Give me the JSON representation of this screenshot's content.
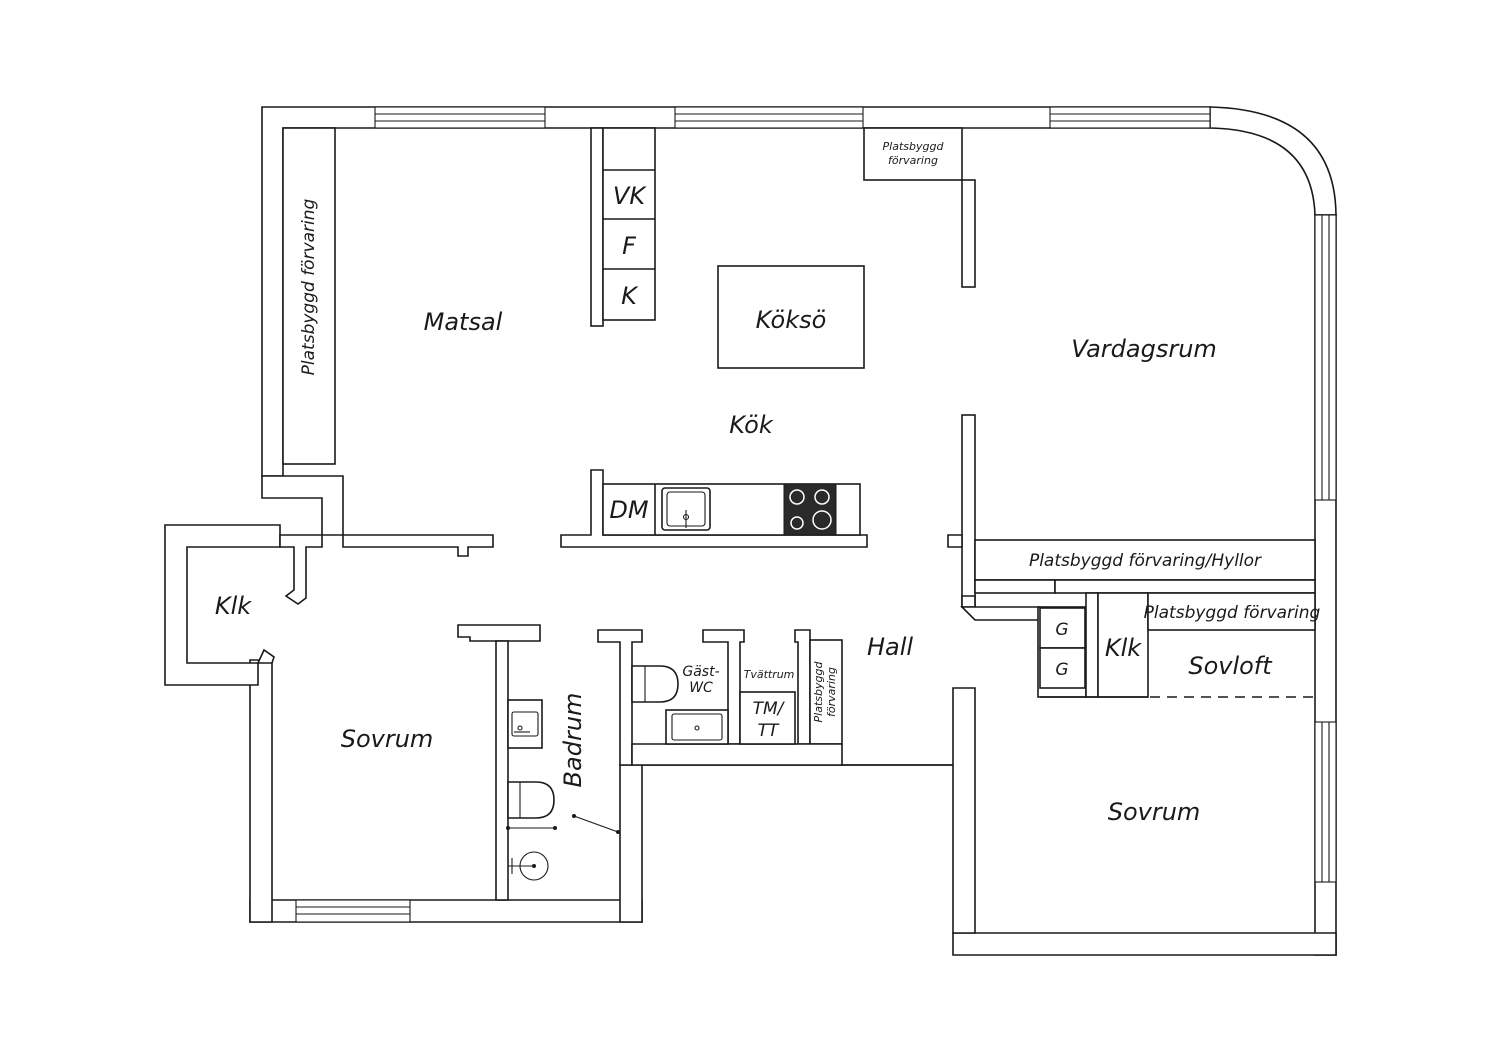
{
  "rooms": {
    "matsal": "Matsal",
    "kok": "Kök",
    "kokso": "Köksö",
    "vardagsrum": "Vardagsrum",
    "hall": "Hall",
    "klk_left": "Klk",
    "sovrum_left": "Sovrum",
    "badrum": "Badrum",
    "gast_wc_1": "Gäst-",
    "gast_wc_2": "WC",
    "tvattrum": "Tvättrum",
    "sovrum_right": "Sovrum",
    "sovloft": "Sovloft",
    "klk_right": "Klk"
  },
  "storage": {
    "left_vertical": "Platsbyggd förvaring",
    "top_small_1": "Platsbyggd",
    "top_small_2": "förvaring",
    "shelves": "Platsbyggd förvaring/Hyllor",
    "sovloft_storage": "Platsbyggd förvaring",
    "hall_small_1": "Platsbyggd",
    "hall_small_2": "förvaring"
  },
  "appliances": {
    "vk": "VK",
    "f": "F",
    "k": "K",
    "dm": "DM",
    "tm_1": "TM/",
    "tm_2": "TT",
    "g1": "G",
    "g2": "G"
  }
}
